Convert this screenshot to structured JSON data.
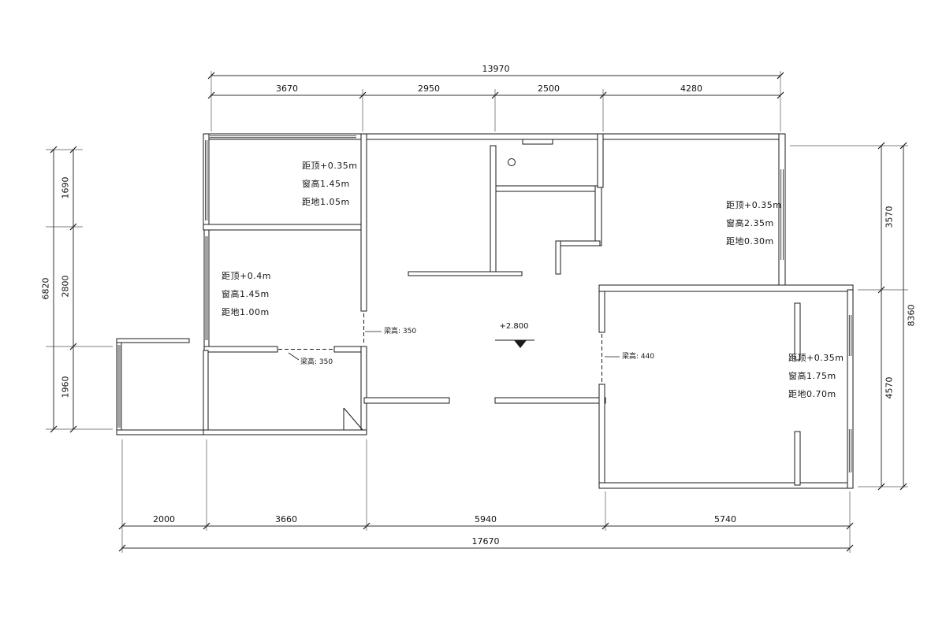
{
  "drawing": {
    "level_marker": "+2.800"
  },
  "dimensions": {
    "top": {
      "overall": "13970",
      "segments": [
        "3670",
        "2950",
        "2500",
        "4280"
      ]
    },
    "left": {
      "overall": "6820",
      "segments": [
        "1690",
        "2800",
        "1960"
      ]
    },
    "right": {
      "overall": "8360",
      "segments": [
        "3570",
        "4570"
      ]
    },
    "bottom": {
      "overall": "17670",
      "segments": [
        "2000",
        "3660",
        "5940",
        "5740"
      ]
    }
  },
  "annotations": {
    "room_top_left": [
      "距顶+0.35m",
      "窗高1.45m",
      "距地1.05m"
    ],
    "room_mid_left": [
      "距顶+0.4m",
      "窗高1.45m",
      "距地1.00m"
    ],
    "room_top_right": [
      "距顶+0.35m",
      "窗高2.35m",
      "距地0.30m"
    ],
    "room_bottom_right": [
      "距顶+0.35m",
      "窗高1.75m",
      "距地0.70m"
    ],
    "beam_left_vertical": "梁高: 350",
    "beam_left_horizontal": "梁高: 350",
    "beam_right": "梁高: 440"
  }
}
